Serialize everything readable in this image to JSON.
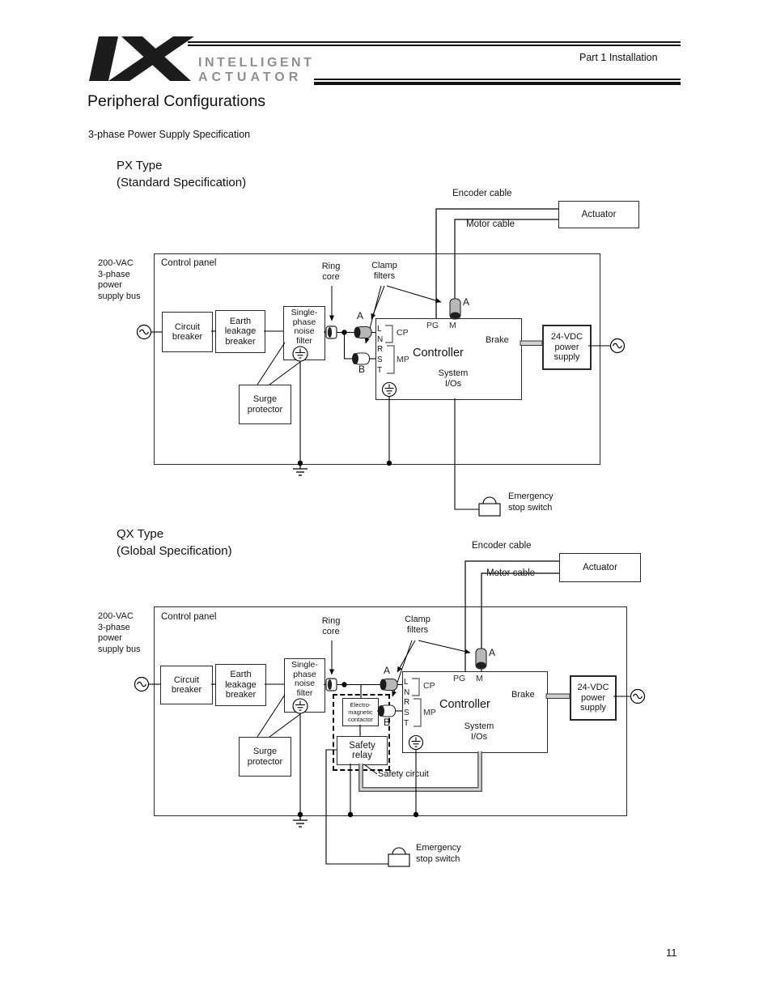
{
  "header": {
    "logo_text": "IX",
    "logo_line1": "INTELLIGENT",
    "logo_line2": "ACTUATOR",
    "part_label": "Part 1 Installation",
    "title": "Peripheral Configurations",
    "subtitle": "3-phase Power Supply Specification"
  },
  "px": {
    "heading": "PX Type\n(Standard Specification)",
    "labels": {
      "encoder_cable": "Encoder cable",
      "motor_cable": "Motor cable",
      "actuator": "Actuator",
      "control_panel": "Control panel",
      "power_bus": "200-VAC\n3-phase\npower\nsupply bus",
      "ring_core": "Ring\ncore",
      "clamp_filters": "Clamp\nfilters",
      "circuit_breaker": "Circuit\nbreaker",
      "earth_leakage_breaker": "Earth\nleakage\nbreaker",
      "noise_filter": "Single-\nphase\nnoise\nfilter",
      "surge_protector": "Surge\nprotector",
      "controller": "Controller",
      "system_ios": "System\nI/Os",
      "pg": "PG",
      "m": "M",
      "cp": "CP",
      "mp": "MP",
      "brake": "Brake",
      "power_supply_24v": "24-VDC\npower\nsupply",
      "clamp_a_vertical": "A",
      "clamp_a": "A",
      "clamp_b": "B",
      "emergency_stop": "Emergency\nstop switch"
    },
    "terminals": [
      "L",
      "N",
      "R",
      "S",
      "T"
    ]
  },
  "qx": {
    "heading": "QX Type\n(Global Specification)",
    "labels": {
      "encoder_cable": "Encoder cable",
      "motor_cable": "Motor cable",
      "actuator": "Actuator",
      "control_panel": "Control panel",
      "power_bus": "200-VAC\n3-phase\npower\nsupply bus",
      "ring_core": "Ring\ncore",
      "clamp_filters": "Clamp\nfilters",
      "circuit_breaker": "Circuit\nbreaker",
      "earth_leakage_breaker": "Earth\nleakage\nbreaker",
      "noise_filter": "Single-\nphase\nnoise\nfilter",
      "surge_protector": "Surge\nprotector",
      "electromagnetic_contactor": "Electro-\nmagnetic\ncontactor",
      "safety_relay": "Safety\nrelay",
      "safety_circuit": "Safety circuit",
      "controller": "Controller",
      "system_ios": "System\nI/Os",
      "pg": "PG",
      "m": "M",
      "cp": "CP",
      "mp": "MP",
      "brake": "Brake",
      "power_supply_24v": "24-VDC\npower\nsupply",
      "clamp_a_vertical": "A",
      "clamp_a": "A",
      "clamp_b": "B",
      "emergency_stop": "Emergency\nstop switch"
    },
    "terminals": [
      "L",
      "N",
      "R",
      "S",
      "T"
    ]
  },
  "footer": {
    "page_number": "11"
  },
  "colors": {
    "logo_black": "#1c1c1c",
    "logo_gray": "#8f8f8f",
    "clamp_gray": "#b8b8b8",
    "wire": "#000000"
  }
}
